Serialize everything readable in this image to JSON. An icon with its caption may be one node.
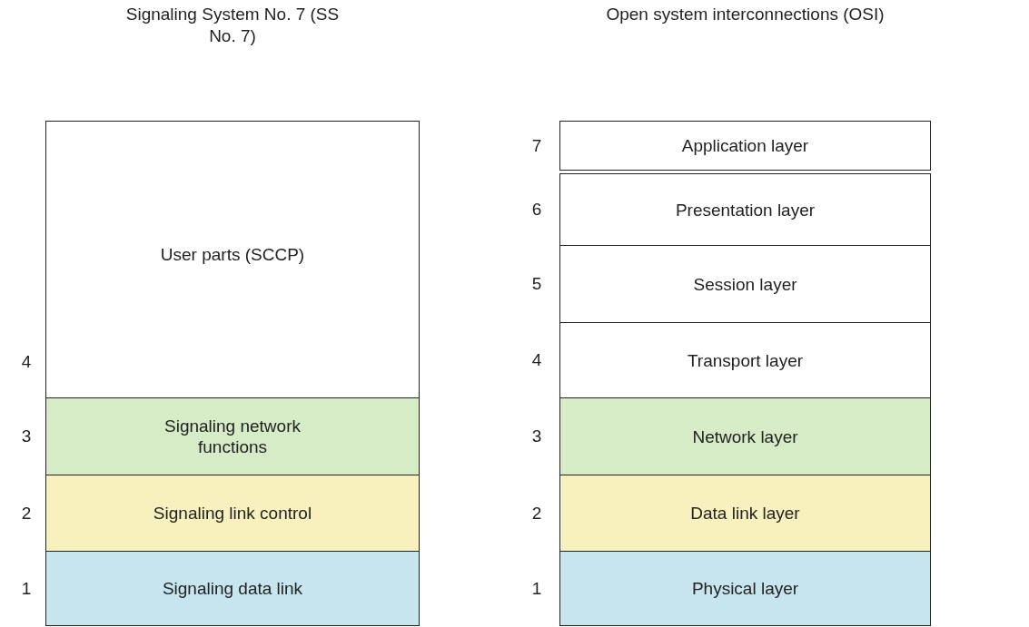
{
  "diagram": {
    "nodes": [
      {
        "text": [
          "User parts (SCCP)"
        ],
        "beside": [
          "4"
        ]
      },
      {
        "text": [
          "Signaling network functions"
        ],
        "beside": [
          "3"
        ]
      },
      {
        "text": [
          "Signaling link control"
        ],
        "beside": [
          "2"
        ]
      },
      {
        "text": [
          "Signaling data link"
        ],
        "beside": [
          "1"
        ]
      },
      {
        "text": [
          "Application layer"
        ],
        "beside": [
          "7"
        ]
      },
      {
        "text": [
          "Presentation layer"
        ],
        "beside": [
          "6"
        ]
      },
      {
        "text": [
          "Session layer"
        ],
        "beside": [
          "5"
        ]
      },
      {
        "text": [
          "Transport layer"
        ],
        "beside": [
          "4"
        ]
      },
      {
        "text": [
          "Network layer"
        ],
        "beside": [
          "3"
        ]
      },
      {
        "text": [
          "Data link layer"
        ],
        "beside": [
          "2"
        ]
      },
      {
        "text": [
          "Physical layer"
        ],
        "beside": [
          "1"
        ]
      }
    ],
    "labels": [
      "Signaling System No. 7 (SS No. 7)",
      "Open system interconnections (OSI)"
    ]
  }
}
